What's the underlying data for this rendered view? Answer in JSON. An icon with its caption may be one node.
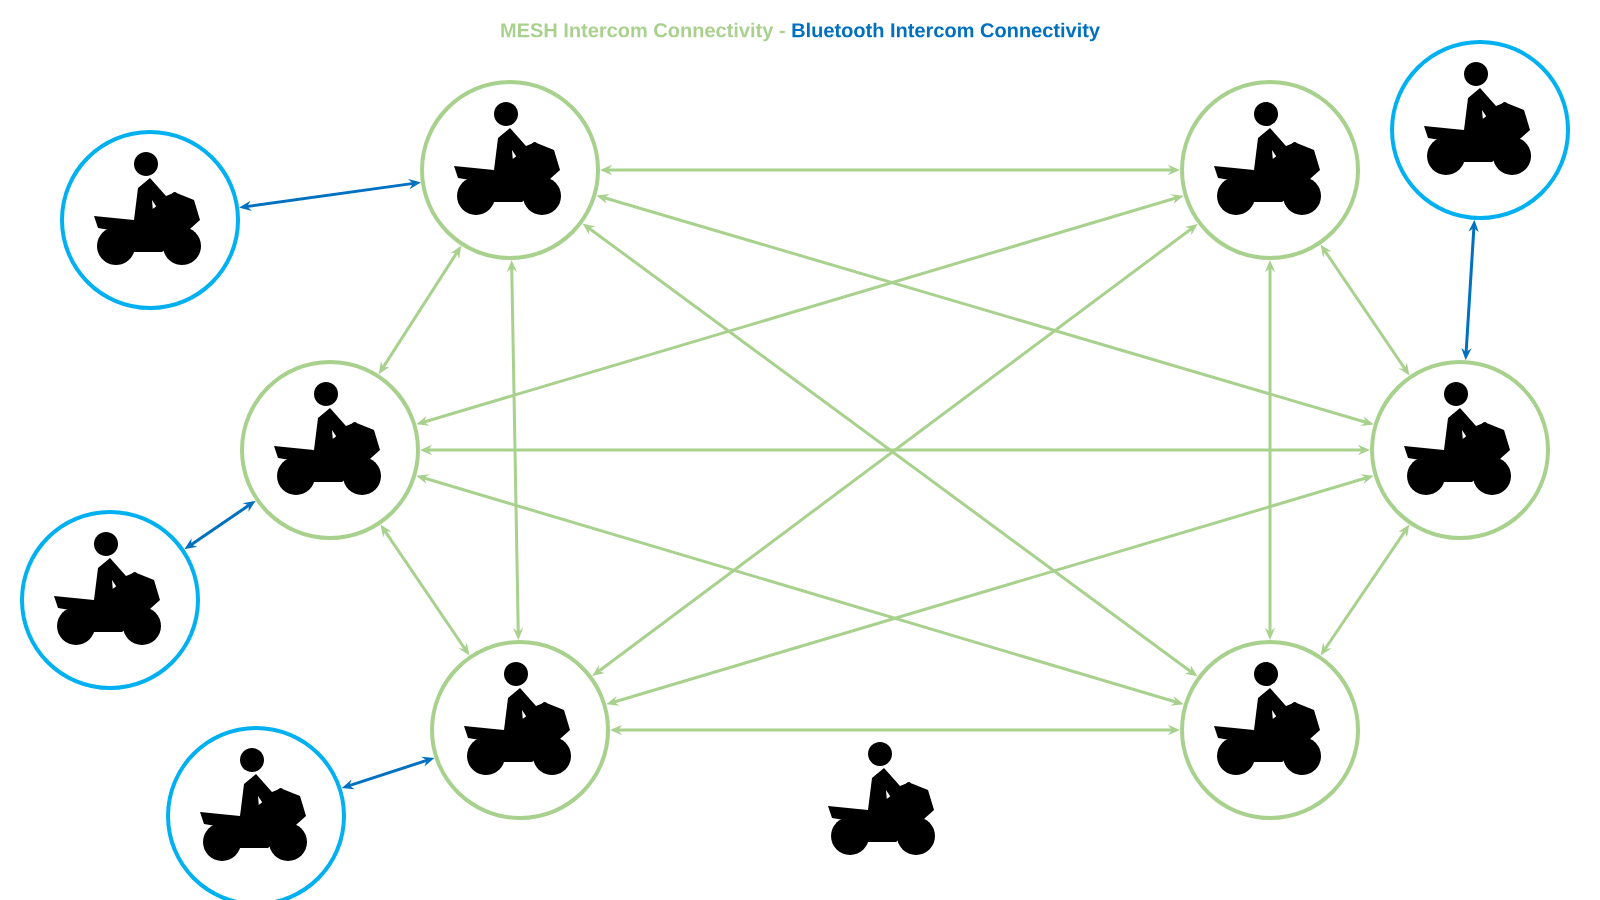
{
  "diagram": {
    "nodes": [
      {
        "text": [],
        "shape": "circle"
      },
      {
        "text": [],
        "shape": "circle"
      },
      {
        "text": [],
        "shape": "circle"
      },
      {
        "text": [],
        "shape": "circle"
      },
      {
        "text": [],
        "shape": "circle"
      },
      {
        "text": [],
        "shape": "circle"
      },
      {
        "text": [],
        "shape": "circle"
      },
      {
        "text": [],
        "shape": "circle"
      },
      {
        "text": [],
        "shape": "circle"
      },
      {
        "text": [],
        "shape": "circle"
      },
      {
        "text": [],
        "shape": "picture"
      }
    ],
    "edges": [
      {
        "from": 0,
        "to": 1,
        "arrow": "both"
      },
      {
        "from": 0,
        "to": 2,
        "arrow": "both"
      },
      {
        "from": 0,
        "to": 3,
        "arrow": "both"
      },
      {
        "from": 0,
        "to": 4,
        "arrow": "both"
      },
      {
        "from": 0,
        "to": 5,
        "arrow": "both"
      },
      {
        "from": 1,
        "to": 2,
        "arrow": "both"
      },
      {
        "from": 1,
        "to": 3,
        "arrow": "both"
      },
      {
        "from": 1,
        "to": 4,
        "arrow": "both"
      },
      {
        "from": 1,
        "to": 5,
        "arrow": "both"
      },
      {
        "from": 2,
        "to": 3,
        "arrow": "both"
      },
      {
        "from": 2,
        "to": 4,
        "arrow": "both"
      },
      {
        "from": 2,
        "to": 5,
        "arrow": "both"
      },
      {
        "from": 3,
        "to": 4,
        "arrow": "both"
      },
      {
        "from": 3,
        "to": 5,
        "arrow": "both"
      },
      {
        "from": 4,
        "to": 5,
        "arrow": "both"
      },
      {
        "from": 6,
        "to": 0,
        "arrow": "both",
        "color": "#0070c0"
      },
      {
        "from": 7,
        "to": 3,
        "arrow": "both",
        "color": "#0070c0"
      },
      {
        "from": 8,
        "to": 2,
        "arrow": "both",
        "color": "#0070c0"
      },
      {
        "from": 9,
        "to": 4,
        "arrow": "both",
        "color": "#0070c0"
      }
    ],
    "labels": [
      "MESH Intercom Connectivity",
      "-",
      "Bluetooth Intercom Connectivity"
    ]
  }
}
